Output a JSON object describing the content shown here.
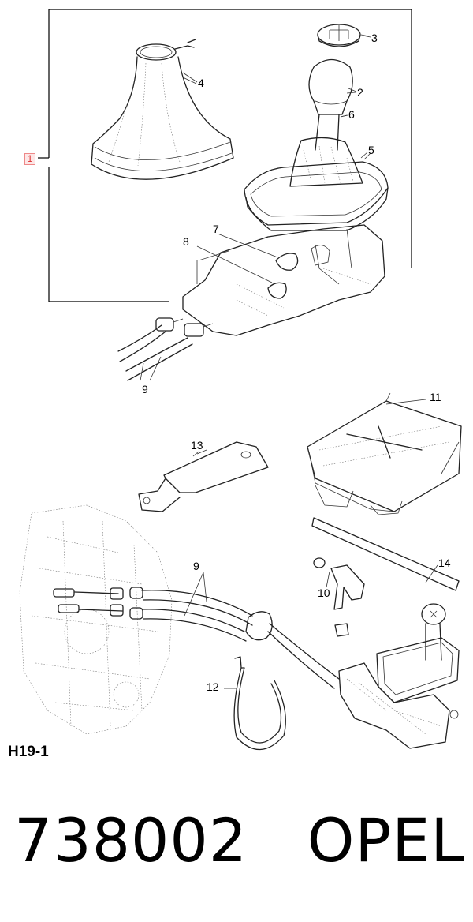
{
  "callouts": {
    "c1": "1",
    "c2": "2",
    "c3": "3",
    "c4": "4",
    "c5": "5",
    "c6": "6",
    "c7": "7",
    "c8": "8",
    "c9a": "9",
    "c9b": "9",
    "c10": "10",
    "c11": "11",
    "c12": "12",
    "c13": "13",
    "c14": "14"
  },
  "figure_code": "H19-1",
  "footer": {
    "part_number": "738002",
    "brand": "OPEL"
  },
  "colors": {
    "line": "#222222",
    "callout_highlight_border": "#ee8888",
    "callout_highlight_fill": "#fde6e6",
    "callout_highlight_text": "#dd3333"
  }
}
